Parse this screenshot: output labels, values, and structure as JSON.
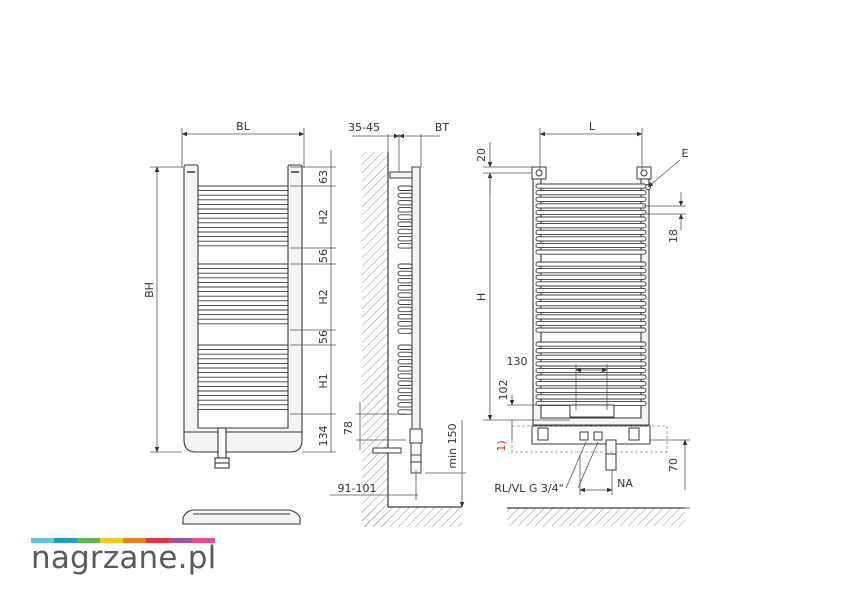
{
  "front_view": {
    "width_label": "BL",
    "height_label": "BH",
    "right_dims": [
      "63",
      "H2",
      "56",
      "H2",
      "56",
      "H1",
      "134"
    ]
  },
  "side_view": {
    "wall_gap_label": "35-45",
    "depth_label": "BT",
    "connection_height_label": "78",
    "wall_distance_label": "91-101",
    "floor_clearance_label": "min 150"
  },
  "rear_view": {
    "length_label": "L",
    "top_offset_label": "20",
    "vent_label": "E",
    "tube_gap_label": "18",
    "height_label": "H",
    "connection_spacing_label": "130",
    "connection_offset_label": "102",
    "footnote_marker": "1)",
    "bottom_label": "70",
    "thread_label": "RL/VL G 3/4\"",
    "na_label": "NA"
  },
  "logo": {
    "name": "nagrzane",
    "tld": ".pl",
    "stripe_colors": [
      "#5cc7e8",
      "#1f9ad6",
      "#57b947",
      "#f5c518",
      "#ee7d1f",
      "#e2363b",
      "#a14ea5",
      "#e94c8b"
    ]
  },
  "colors": {
    "line": "#3a3a3a",
    "dim": "#555555",
    "footnote": "#d9342b"
  }
}
